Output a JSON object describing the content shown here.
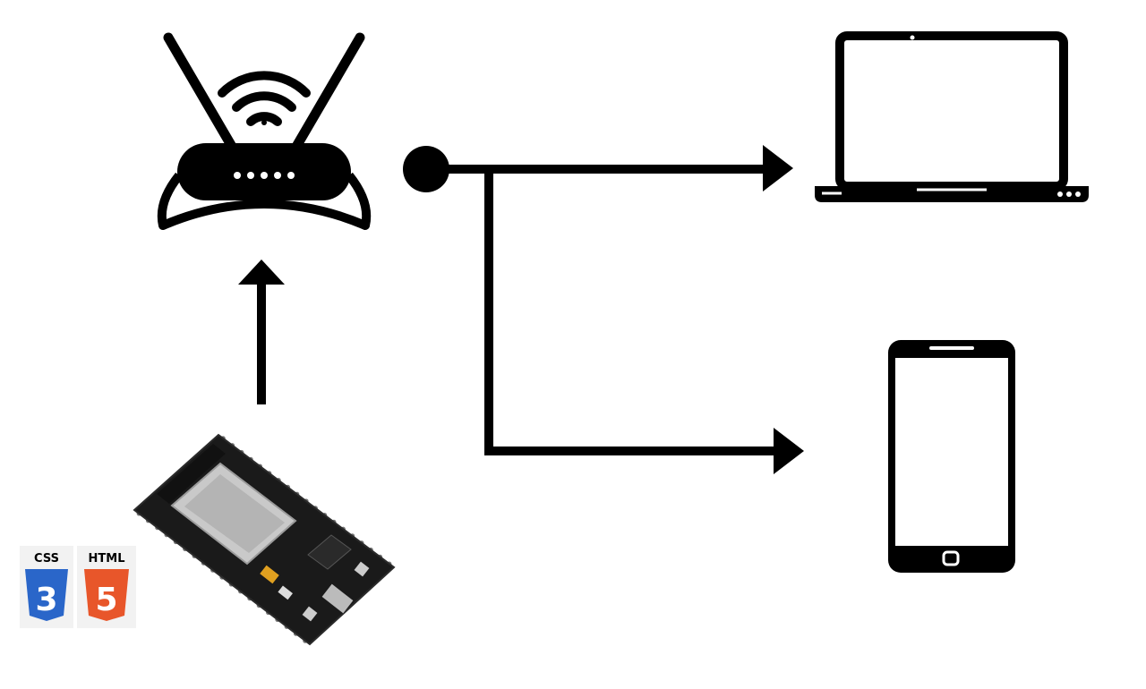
{
  "badges": {
    "css_label": "CSS",
    "html_label": "HTML",
    "css_glyph": "3",
    "html_glyph": "5"
  },
  "colors": {
    "line": "#000000",
    "board": "#1a1a1a",
    "shield": "#c9c9c9",
    "css_blue": "#2a66c9",
    "html_orange": "#e8562a",
    "background": "#ffffff"
  },
  "icons": {
    "router": "wifi-router-icon",
    "laptop": "laptop-icon",
    "phone": "smartphone-icon",
    "board": "esp32-board-icon",
    "css": "css3-logo-icon",
    "html": "html5-logo-icon"
  }
}
